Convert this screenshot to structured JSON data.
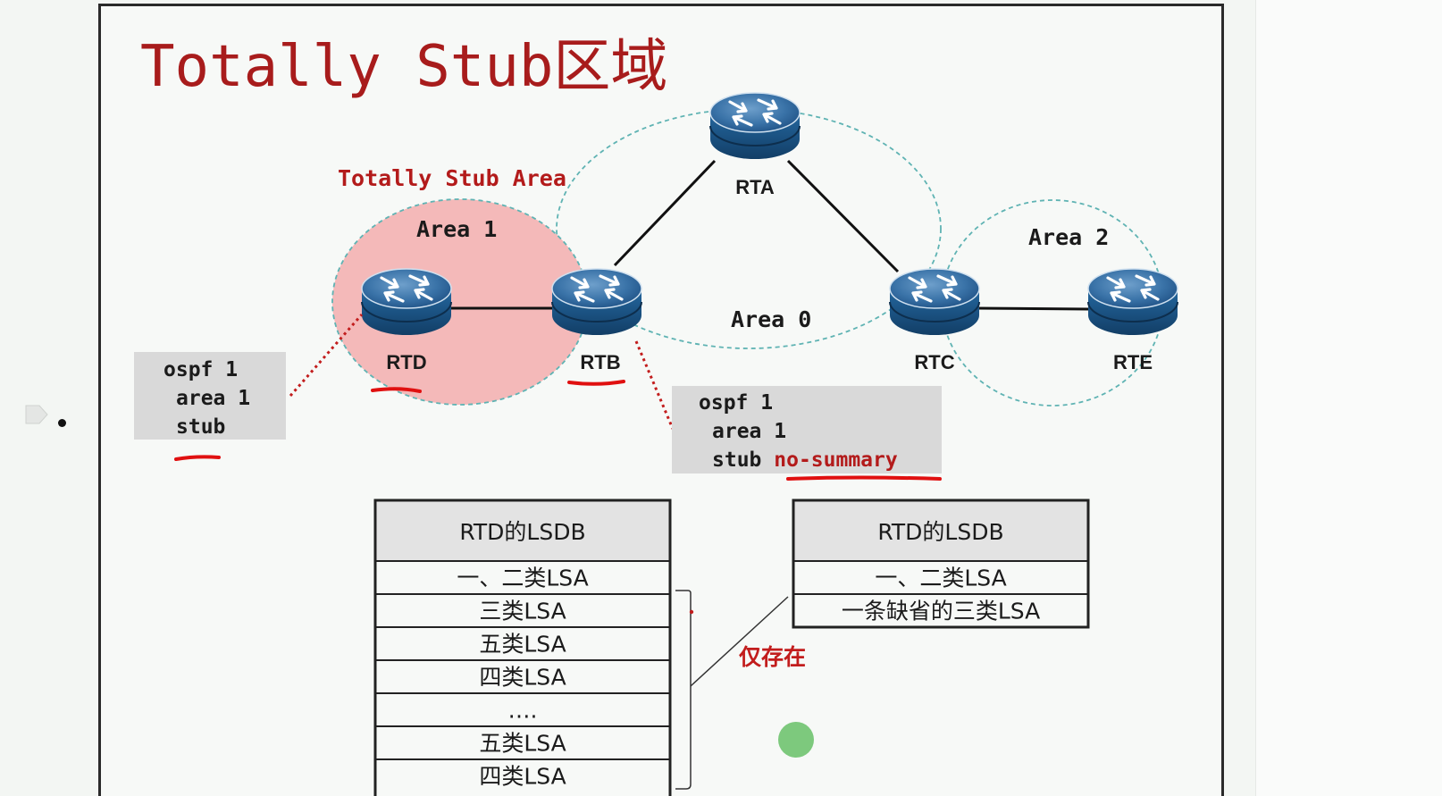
{
  "slide": {
    "title": "Totally Stub区域"
  },
  "areas": {
    "stub_area_label": "Totally Stub Area",
    "area1": "Area 1",
    "area0": "Area 0",
    "area2": "Area 2"
  },
  "routers": {
    "rta": "RTA",
    "rtb": "RTB",
    "rtc": "RTC",
    "rtd": "RTD",
    "rte": "RTE"
  },
  "configs": {
    "rtd": {
      "line1": "ospf 1",
      "line2": "area 1",
      "line3": "stub"
    },
    "rtb": {
      "line1": "ospf 1",
      "line2": "area 1",
      "line3_prefix": "stub ",
      "line3_highlight": "no-summary"
    }
  },
  "tables": {
    "left": {
      "header": "RTD的LSDB",
      "rows": [
        "一、二类LSA",
        "三类LSA",
        "五类LSA",
        "四类LSA",
        "….",
        "五类LSA",
        "四类LSA"
      ]
    },
    "right": {
      "header": "RTD的LSDB",
      "rows": [
        "一、二类LSA",
        "一条缺省的三类LSA"
      ]
    }
  },
  "annotations": {
    "only_exists": "仅存在"
  },
  "colors": {
    "title": "#a81c1c",
    "stub_area_fill": "#f4b9b9",
    "area_ring": "#5fb3b3",
    "highlight_red": "#b31b1b",
    "underline": "#e01010",
    "router_body": "#1f5c91",
    "table_header_bg": "#e3e3e3",
    "config_bg": "#d9d9d9",
    "cursor_dot": "#6fc36f"
  }
}
